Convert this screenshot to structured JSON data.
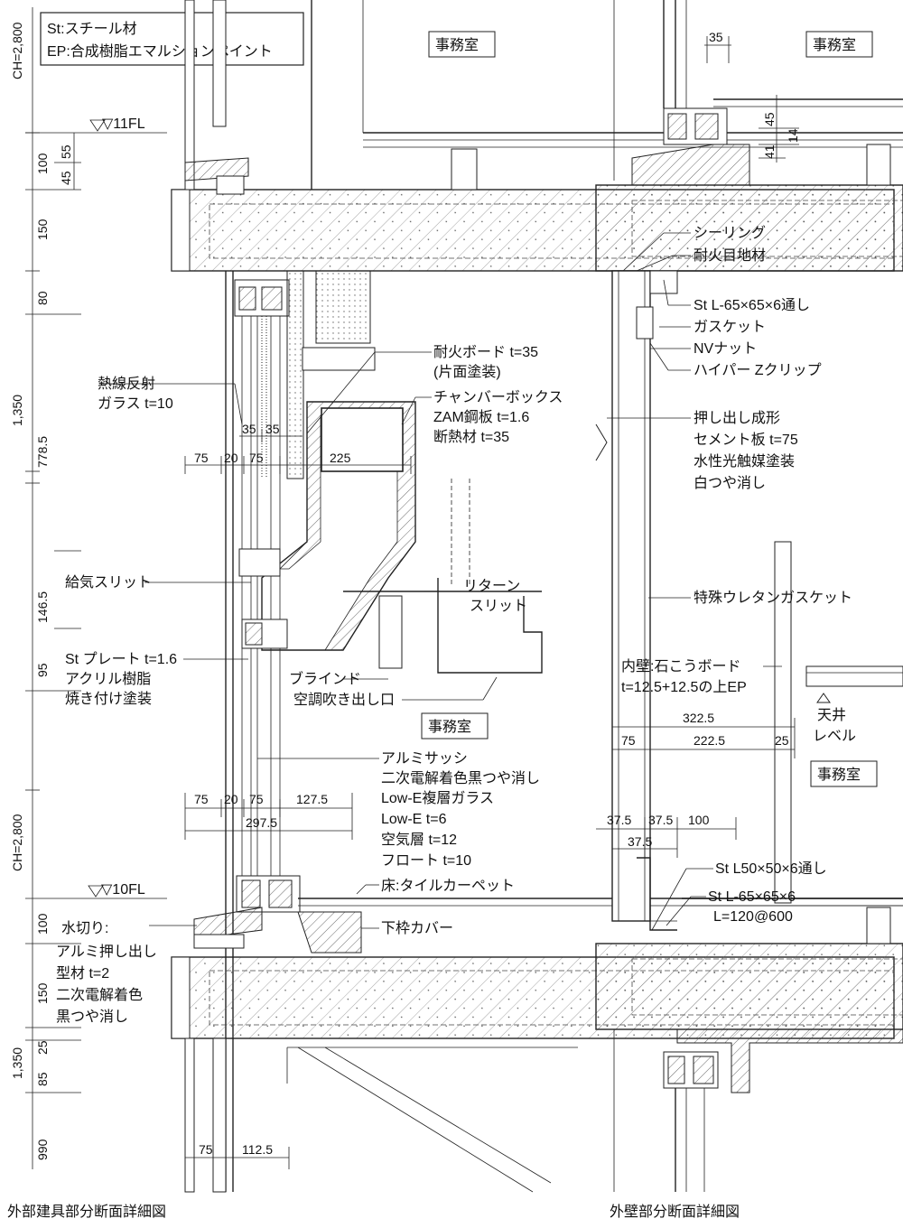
{
  "legend": {
    "line1": "St:スチール材",
    "line2": "EP:合成樹脂エマルションペイント"
  },
  "rooms": {
    "left_upper": "事務室",
    "left_mid": "事務室",
    "right_upper": "事務室",
    "right_lower": "事務室"
  },
  "levels": {
    "fl11": "▽11FL",
    "fl10": "▽10FL",
    "ch_top": "CH=2,800",
    "ch_bottom": "CH=2,800",
    "ceiling_mark": "△",
    "ceiling_label1": "天井",
    "ceiling_label2": "レベル"
  },
  "left_dims_vertical": {
    "d55": "55",
    "d100a": "100",
    "d45": "45",
    "d150a": "150",
    "d80": "80",
    "d1350a": "1,350",
    "d778": "778.5",
    "d146": "146.5",
    "d95": "95",
    "d100b": "100",
    "d150b": "150",
    "d25": "25",
    "d1350b": "1,350",
    "d85": "85",
    "d990": "990"
  },
  "left_dims_horizontal": {
    "a75": "75",
    "a20": "20",
    "a75b": "75",
    "a225": "225",
    "a35a": "35",
    "a35b": "35",
    "b75": "75",
    "b20": "20",
    "b75b": "75",
    "b127": "127.5",
    "b297": "297.5",
    "c75": "75",
    "c112": "112.5"
  },
  "left_labels": {
    "fire_board1": "耐火ボード t=35",
    "fire_board2": "(片面塗装)",
    "chamber1": "チャンバーボックス",
    "chamber2": "ZAM鋼板 t=1.6",
    "chamber3": "断熱材 t=35",
    "glass1": "熱線反射",
    "glass2": "ガラス t=10",
    "slit": "給気スリット",
    "return1": "リターン",
    "return2": "スリット",
    "plate1": "St プレート t=1.6",
    "plate2": "アクリル樹脂",
    "plate3": "焼き付け塗装",
    "blind": "ブラインド",
    "ac_outlet": "空調吹き出し口",
    "sash1": "アルミサッシ",
    "sash2": "二次電解着色黒つや消し",
    "sash3": "Low-E複層ガラス",
    "sash4": "Low-E t=6",
    "sash5": "空気層 t=12",
    "sash6": "フロート t=10",
    "floor": "床:タイルカーペット",
    "cover": "下枠カバー",
    "drip1": "水切り:",
    "drip2": "アルミ押し出し",
    "drip3": "型材 t=2",
    "drip4": "二次電解着色",
    "drip5": "黒つや消し"
  },
  "right_dims": {
    "r35": "35",
    "r45": "45",
    "r14": "14",
    "r41": "41",
    "r322": "322.5",
    "r75": "75",
    "r222": "222.5",
    "r25": "25",
    "r37a": "37.5",
    "r37b": "37.5",
    "r100": "100",
    "r37c": "37.5"
  },
  "right_labels": {
    "sealing": "シーリング",
    "fire_joint": "耐火目地材",
    "angle1": "St L-65×65×6通し",
    "gasket": "ガスケット",
    "nv_nut": "NVナット",
    "zclip": "ハイパー Zクリップ",
    "cement1": "押し出し成形",
    "cement2": "セメント板 t=75",
    "cement3": "水性光触媒塗装",
    "cement4": "白つや消し",
    "urethane": "特殊ウレタンガスケット",
    "inner1": "内壁:石こうボード",
    "inner2": "t=12.5+12.5の上EP",
    "angle2": "St L50×50×6通し",
    "angle3a": "St L-65×65×6",
    "angle3b": "L=120@600"
  },
  "captions": {
    "left": "外部建具部分断面詳細図",
    "right": "外壁部分断面詳細図"
  }
}
